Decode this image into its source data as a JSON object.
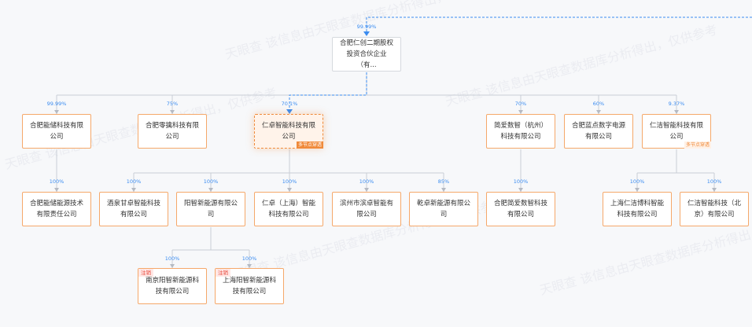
{
  "watermark": "天眼查 该信息由天眼查数据库分析得出，仅供参考",
  "root": {
    "name": "合肥仁创二期股权投资合伙企业（有...",
    "percent": "99.99%"
  },
  "level1": [
    {
      "name": "合肥能储科技有限公司",
      "percent": "99.99%"
    },
    {
      "name": "合肥零擒科技有限公司",
      "percent": "75%"
    },
    {
      "name": "仁卓智能科技有限公司",
      "percent": "70.1%",
      "badge": "多节点穿透"
    },
    {
      "name": "简爱数智（杭州）科技有限公司",
      "percent": "70%"
    },
    {
      "name": "合肥蓝点数字电源有限公司",
      "percent": "60%"
    },
    {
      "name": "仁洁智能科技有限公司",
      "percent": "9.37%",
      "badge": "多节点穿透"
    }
  ],
  "level2": [
    {
      "name": "合肥能储能源技术有限责任公司",
      "percent": "100%"
    },
    {
      "name": "酒泉甘卓智能科技有限公司",
      "percent": "100%"
    },
    {
      "name": "阳智新能源有限公司",
      "percent": "100%"
    },
    {
      "name": "仁卓（上海）智能科技有限公司",
      "percent": "100%"
    },
    {
      "name": "滨州市滨卓智能有限公司",
      "percent": "100%"
    },
    {
      "name": "乾卓新能源有限公司",
      "percent": "85%"
    },
    {
      "name": "合肥简爱数智科技有限公司",
      "percent": "100%"
    },
    {
      "name": "上海仁洁博科智能科技有限公司",
      "percent": "100%"
    },
    {
      "name": "仁洁智能科技（北京）有限公司",
      "percent": "100%"
    }
  ],
  "level3": [
    {
      "name": "南京阳智新能源科技有限公司",
      "percent": "100%",
      "status": "注销"
    },
    {
      "name": "上海阳智新能源科技有限公司",
      "percent": "100%",
      "status": "注销"
    }
  ]
}
